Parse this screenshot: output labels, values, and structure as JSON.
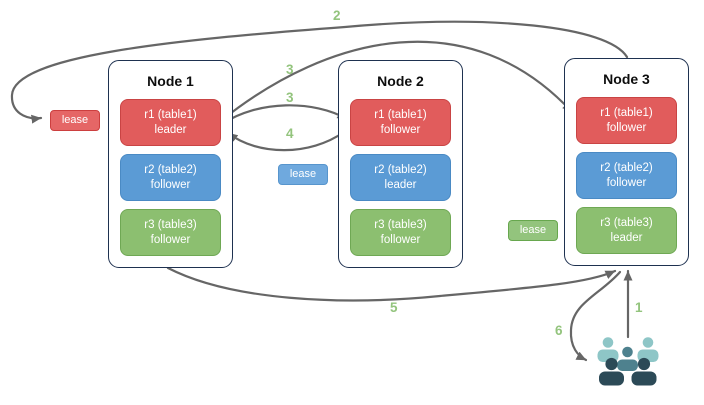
{
  "nodes": [
    {
      "title": "Node 1",
      "replicas": [
        {
          "name": "r1 (table1)",
          "role": "leader",
          "color": "red"
        },
        {
          "name": "r2 (table2)",
          "role": "follower",
          "color": "blue"
        },
        {
          "name": "r3 (table3)",
          "role": "follower",
          "color": "green"
        }
      ]
    },
    {
      "title": "Node 2",
      "replicas": [
        {
          "name": "r1 (table1)",
          "role": "follower",
          "color": "red"
        },
        {
          "name": "r2 (table2)",
          "role": "leader",
          "color": "blue"
        },
        {
          "name": "r3 (table3)",
          "role": "follower",
          "color": "green"
        }
      ]
    },
    {
      "title": "Node 3",
      "replicas": [
        {
          "name": "r1 (table1)",
          "role": "follower",
          "color": "red"
        },
        {
          "name": "r2 (table2)",
          "role": "follower",
          "color": "blue"
        },
        {
          "name": "r3 (table3)",
          "role": "leader",
          "color": "green"
        }
      ]
    }
  ],
  "leases": [
    {
      "label": "lease",
      "color": "red",
      "near": "Node 1 / r1"
    },
    {
      "label": "lease",
      "color": "blue",
      "near": "Node 2 / r2"
    },
    {
      "label": "lease",
      "color": "green",
      "near": "Node 3 / r3"
    }
  ],
  "steps": {
    "s1": "1",
    "s2": "2",
    "s3a": "3",
    "s3b": "3",
    "s4": "4",
    "s5": "5",
    "s6": "6"
  },
  "icons": {
    "users_group": "users-group-icon"
  },
  "colors": {
    "replica_red": "#e15c5c",
    "replica_red_border": "#c94444",
    "replica_blue": "#5b9bd5",
    "replica_blue_border": "#4a8ac4",
    "replica_green": "#8cbf70",
    "replica_green_border": "#6fa854",
    "lease_red": "#e56666",
    "lease_blue": "#6fa9de",
    "lease_green": "#93c47d",
    "step_green": "#93c47d",
    "arrow_gray": "#666666",
    "node_border": "#1e3150",
    "users_light_teal": "#8ec6c7",
    "users_mid_teal": "#4e818e",
    "users_dark_teal": "#2c4a57"
  }
}
